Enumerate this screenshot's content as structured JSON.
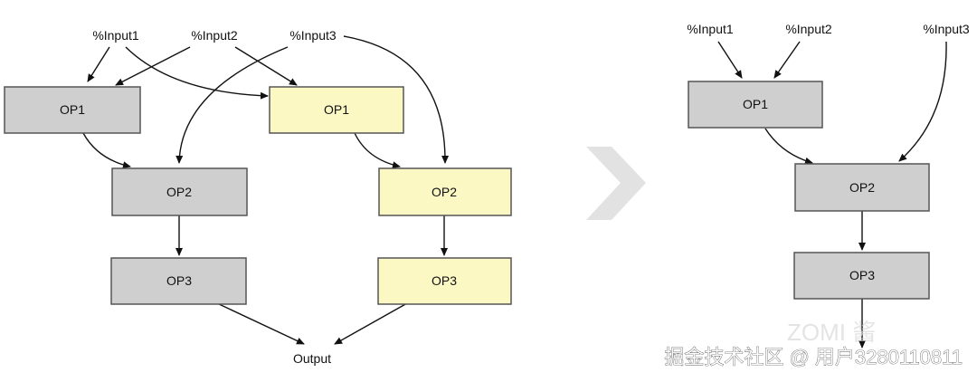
{
  "colors": {
    "gray_fill": "#cfcfcf",
    "yellow_fill": "#fbf8c4",
    "box_stroke": "#555555",
    "edge": "#111111",
    "arrow_separator": "#e2e2e2"
  },
  "left_graph": {
    "inputs": {
      "input1": "%Input1",
      "input2": "%Input2",
      "input3": "%Input3"
    },
    "gray_branch": {
      "op1": "OP1",
      "op2": "OP2",
      "op3": "OP3"
    },
    "yellow_branch": {
      "op1": "OP1",
      "op2": "OP2",
      "op3": "OP3"
    },
    "output": "Output"
  },
  "separator": {
    "icon": "right-arrow-icon"
  },
  "right_graph": {
    "inputs": {
      "input1": "%Input1",
      "input2": "%Input2",
      "input3": "%Input3"
    },
    "op1": "OP1",
    "op2": "OP2",
    "op3": "OP3"
  },
  "watermark": {
    "text": "掘金技术社区 @ 用户3280110811",
    "faint_text": "ZOMI 酱"
  }
}
